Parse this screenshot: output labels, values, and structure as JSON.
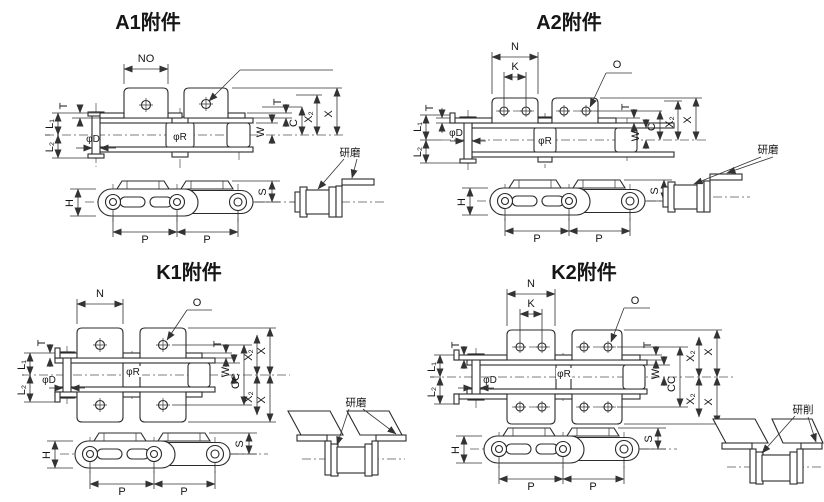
{
  "panels": {
    "a1": {
      "title": "A1附件",
      "grind": "研磨",
      "labels": {
        "no": "NO",
        "t": "T",
        "l1": "L₁",
        "l2": "L₂",
        "phi_d": "φD",
        "phi_r": "φR",
        "w": "W",
        "c": "C",
        "x2": "X₂",
        "x": "X",
        "h": "H",
        "s": "S",
        "p": "P"
      }
    },
    "a2": {
      "title": "A2附件",
      "grind": "研磨",
      "labels": {
        "n": "N",
        "k": "K",
        "o": "O",
        "t": "T",
        "l1": "L₁",
        "l2": "L₂",
        "phi_d": "φD",
        "phi_r": "φR",
        "w": "W",
        "c": "C",
        "x2": "X₂",
        "x": "X",
        "h": "H",
        "s": "S",
        "p": "P"
      }
    },
    "k1": {
      "title": "K1附件",
      "grind": "研磨",
      "labels": {
        "n": "N",
        "o": "O",
        "t": "T",
        "l1": "L₁",
        "l2": "L₂",
        "phi_d": "φD",
        "phi_r": "φR",
        "w": "W",
        "cc": "CC",
        "x2": "X₂",
        "x": "X",
        "h": "H",
        "s": "S",
        "p": "P"
      }
    },
    "k2": {
      "title": "K2附件",
      "grind": "研削",
      "labels": {
        "n": "N",
        "k": "K",
        "o": "O",
        "t": "T",
        "l1": "L₁",
        "l2": "L₂",
        "phi_d": "φD",
        "phi_r": "φR",
        "w": "W",
        "cc": "CC",
        "x2": "X₂",
        "x": "X",
        "h": "H",
        "s": "S",
        "p": "P"
      }
    }
  }
}
